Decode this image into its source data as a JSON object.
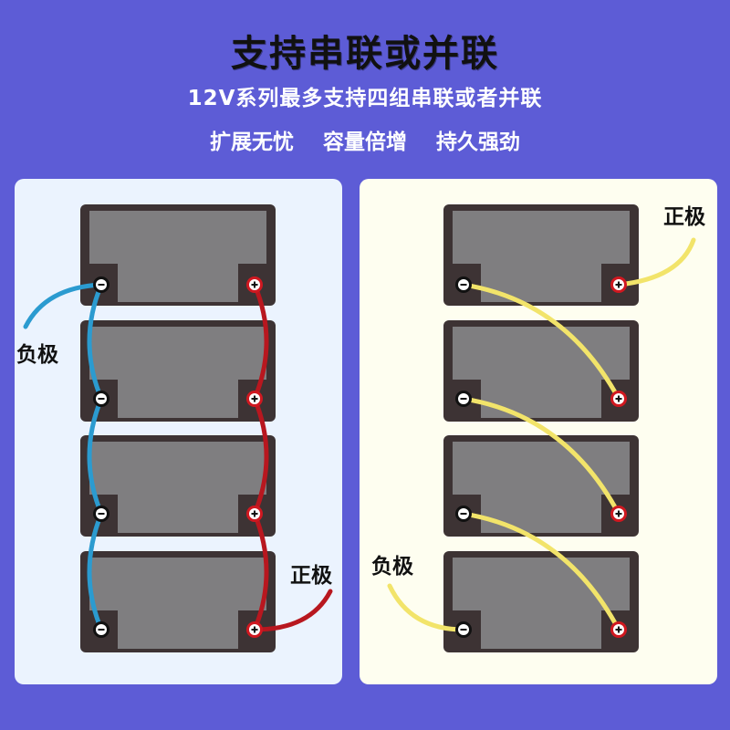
{
  "header": {
    "title": "支持串联或并联",
    "subtitle": "12V系列最多支持四组串联或者并联",
    "taglines": [
      "扩展无忧",
      "容量倍增",
      "持久强劲"
    ]
  },
  "colors": {
    "background": "#5d5cd6",
    "left_panel": "#ebf3fe",
    "right_panel": "#fefef0",
    "battery_body": "#3d3334",
    "battery_face": "#7f7e80",
    "negative_wire": "#2b9bd0",
    "positive_wire": "#b8171f",
    "series_wire": "#f2e46a"
  },
  "left_diagram": {
    "type": "parallel",
    "battery_count": 4,
    "labels": {
      "negative": "负极",
      "positive": "正极"
    },
    "terminal_symbols": {
      "negative": "−",
      "positive": "+"
    }
  },
  "right_diagram": {
    "type": "series",
    "battery_count": 4,
    "labels": {
      "negative": "负极",
      "positive": "正极"
    },
    "terminal_symbols": {
      "negative": "−",
      "positive": "+"
    }
  }
}
